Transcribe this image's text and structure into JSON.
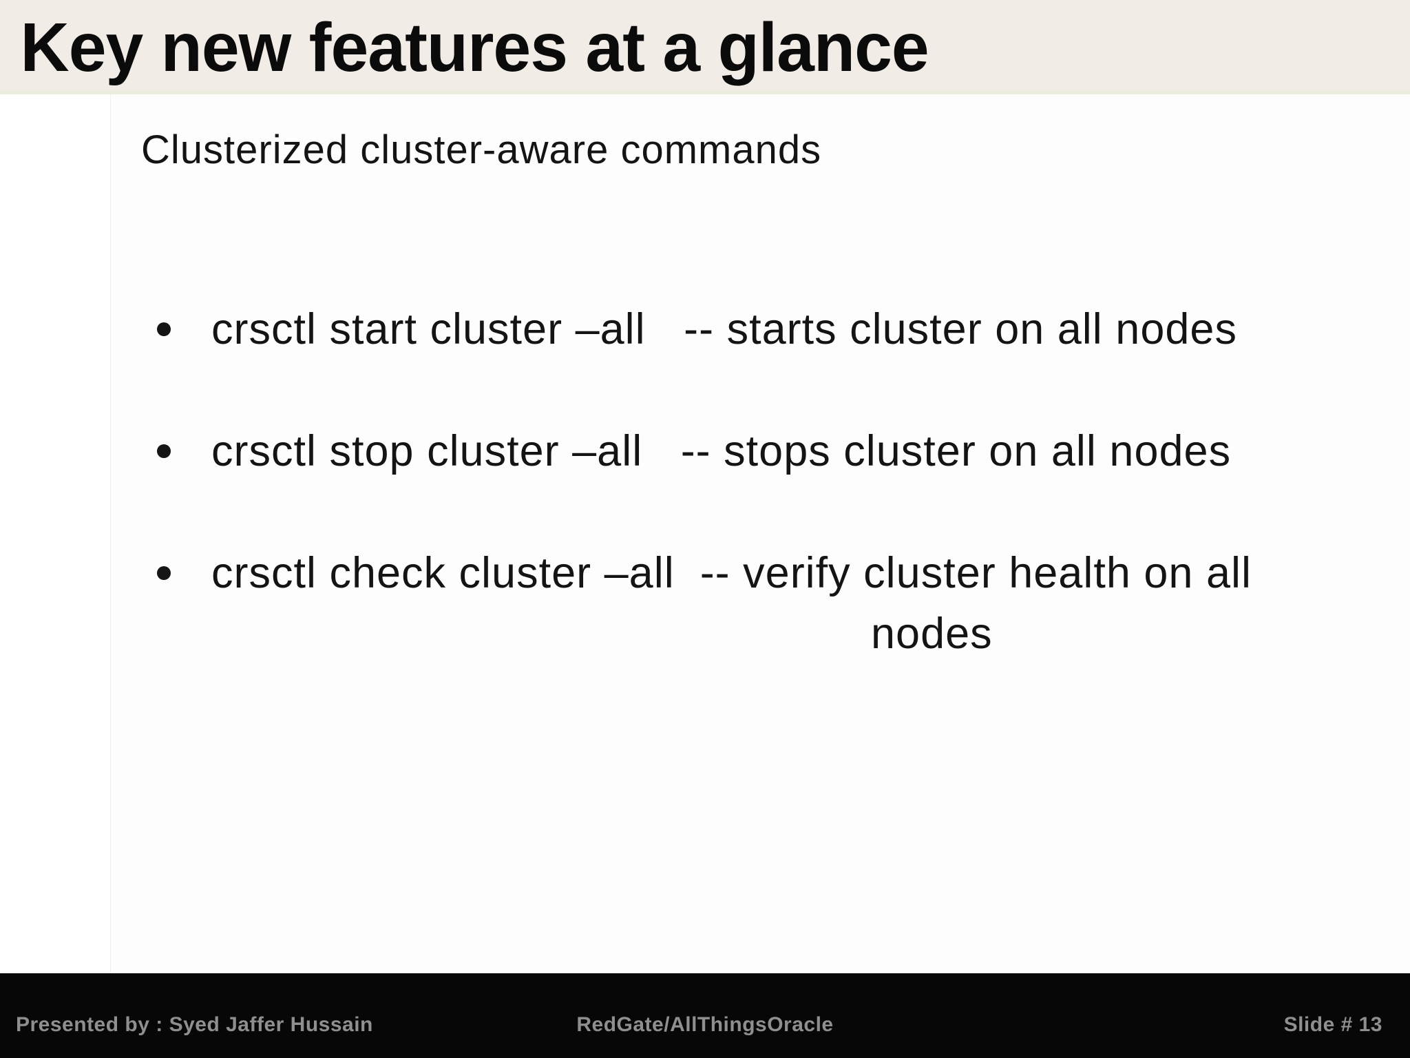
{
  "slide": {
    "title": "Key new features at a glance",
    "subtitle": "Clusterized cluster-aware commands",
    "bullets": [
      {
        "text": "crsctl start cluster –all   -- starts cluster on all nodes"
      },
      {
        "text": "crsctl stop cluster –all   -- stops cluster on all nodes"
      },
      {
        "text": "crsctl check cluster –all  -- verify cluster health on all",
        "text_line2": "nodes"
      }
    ],
    "footer": {
      "presented_by": "Presented by : Syed Jaffer Hussain",
      "center": "RedGate/AllThingsOracle",
      "slide_number": "Slide # 13"
    },
    "colors": {
      "header_bg": "#f1ece6",
      "header_border": "#edece1",
      "body_bg": "#ffffff",
      "text": "#141414",
      "footer_bg": "#070707",
      "footer_text": "#8f8f8f"
    }
  }
}
